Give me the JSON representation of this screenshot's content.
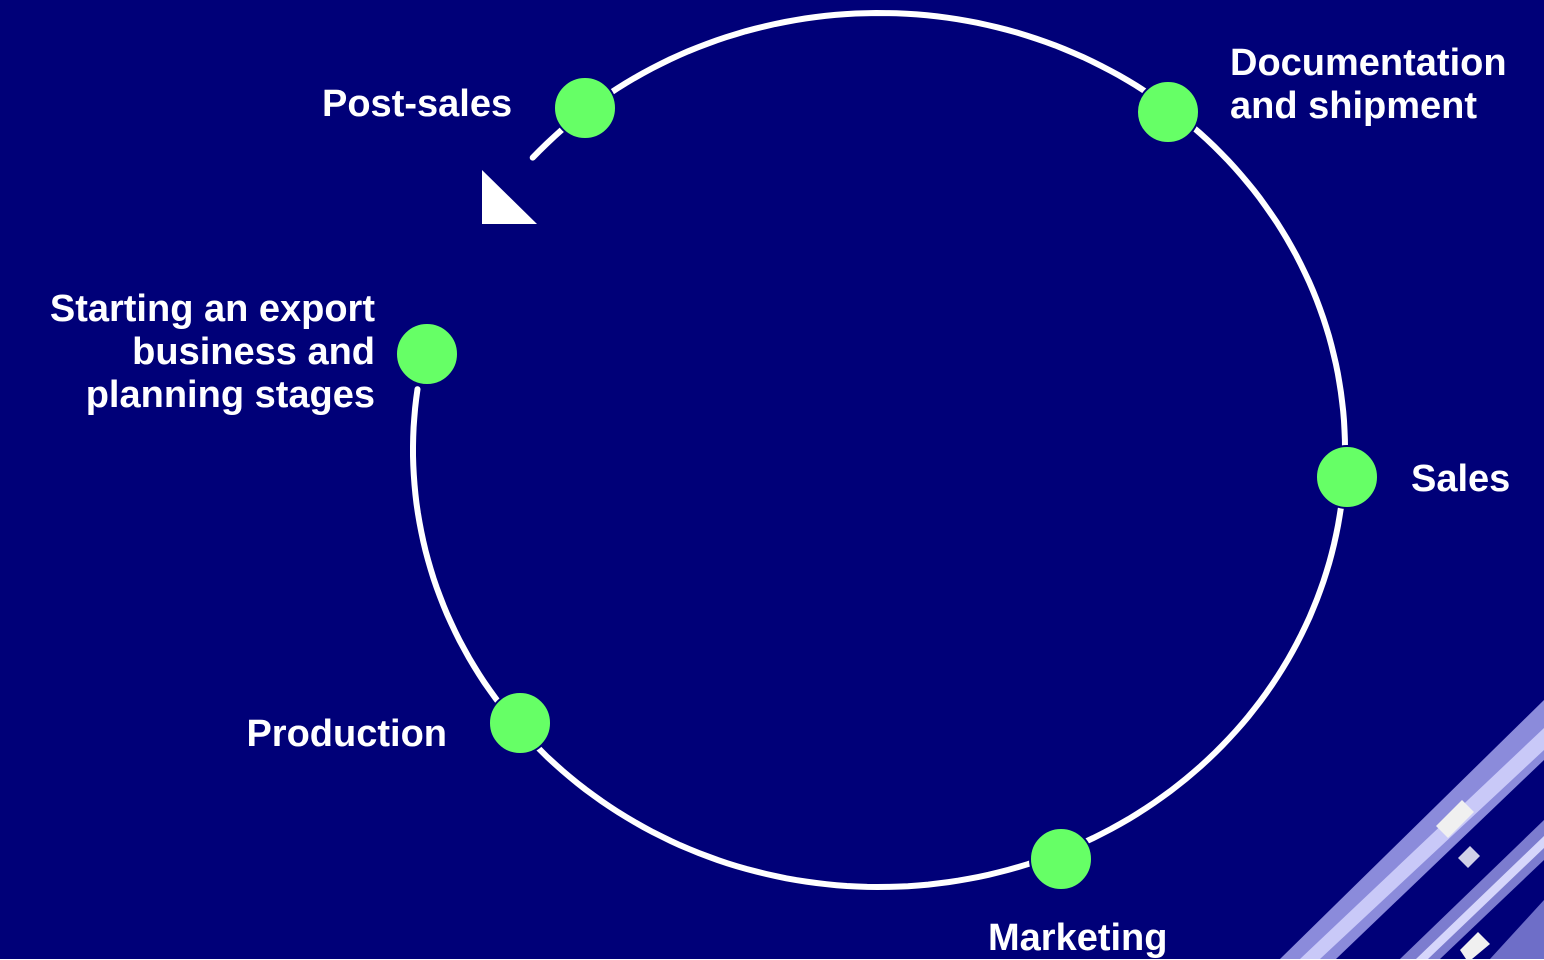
{
  "colors": {
    "background": "#000078",
    "cycle_line": "#ffffff",
    "stage_dot": "#66ff66",
    "stage_dot_outline": "#000078",
    "label_text": "#ffffff",
    "corner_stripes": "#c8c8ff"
  },
  "cycle": {
    "direction": "counter-clockwise",
    "arrowhead": "triangle-arrow-icon"
  },
  "stages": [
    {
      "id": "starting",
      "label": "Starting an export\nbusiness and\nplanning stages"
    },
    {
      "id": "production",
      "label": "Production"
    },
    {
      "id": "marketing",
      "label": "Marketing"
    },
    {
      "id": "sales",
      "label": "Sales"
    },
    {
      "id": "documentation",
      "label": "Documentation\nand shipment"
    },
    {
      "id": "post-sales",
      "label": "Post-sales"
    }
  ]
}
